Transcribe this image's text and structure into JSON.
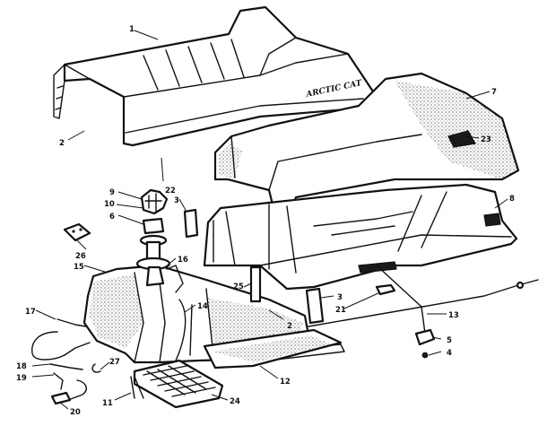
{
  "logo_text": "ARCTIC CAT",
  "callouts": {
    "c1": "1",
    "c2a": "2",
    "c2b": "2",
    "c3a": "3",
    "c3b": "3",
    "c4": "4",
    "c5": "5",
    "c6": "6",
    "c7": "7",
    "c8": "8",
    "c9": "9",
    "c10": "10",
    "c11": "11",
    "c12": "12",
    "c13": "13",
    "c14": "14",
    "c15": "15",
    "c16": "16",
    "c17": "17",
    "c18": "18",
    "c19": "19",
    "c20": "20",
    "c21": "21",
    "c22": "22",
    "c23": "23",
    "c24": "24",
    "c25": "25",
    "c26": "26",
    "c27": "27"
  }
}
